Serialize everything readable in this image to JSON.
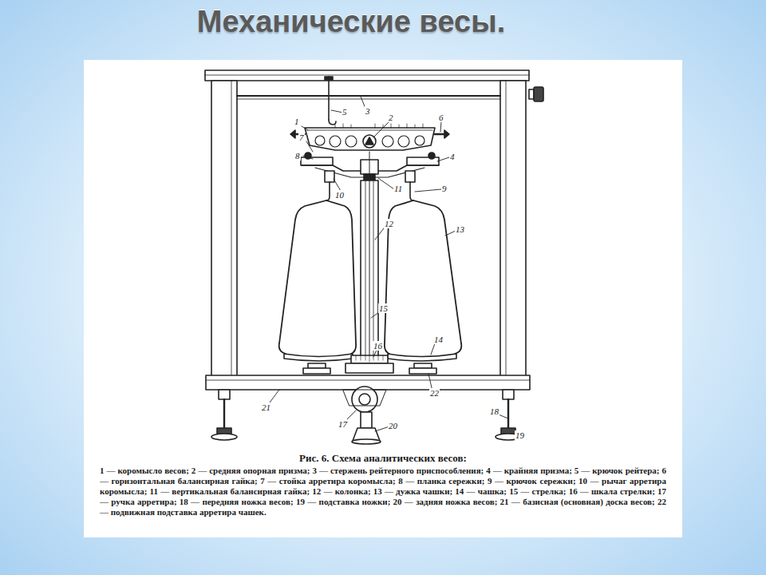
{
  "diagram": {
    "title": "Механические весы.",
    "caption": "Рис. 6. Схема аналитических весов:",
    "labels": [
      "1",
      "2",
      "3",
      "4",
      "5",
      "6",
      "7",
      "8",
      "9",
      "10",
      "11",
      "12",
      "13",
      "14",
      "15",
      "16",
      "17",
      "18",
      "19",
      "20",
      "21",
      "22",
      "1 — коромысло весов; 2 — средняя опорная призма; 3 — стержень рейтерного приспособления; 4 — крайняя призма; 5 — крючок рейтера; 6 — горизонтальная балансирная гайка; 7 — стойка арретира коромысла; 8 — планка сережки; 9 — крючок сережки; 10 — рычаг арретира коромысла; 11 — вертикальная балансирная гайка; 12 — колонка; 13 — дужка чашки; 14 — чашка; 15 — стрелка; 16 — шкала стрелки; 17 — ручка арретира; 18 — передняя ножка весов; 19 — подставка ножки; 20 — задняя ножка весов; 21 — базисная (основная) доска весов; 22 — подвижная подставка арретира чашек."
    ]
  }
}
